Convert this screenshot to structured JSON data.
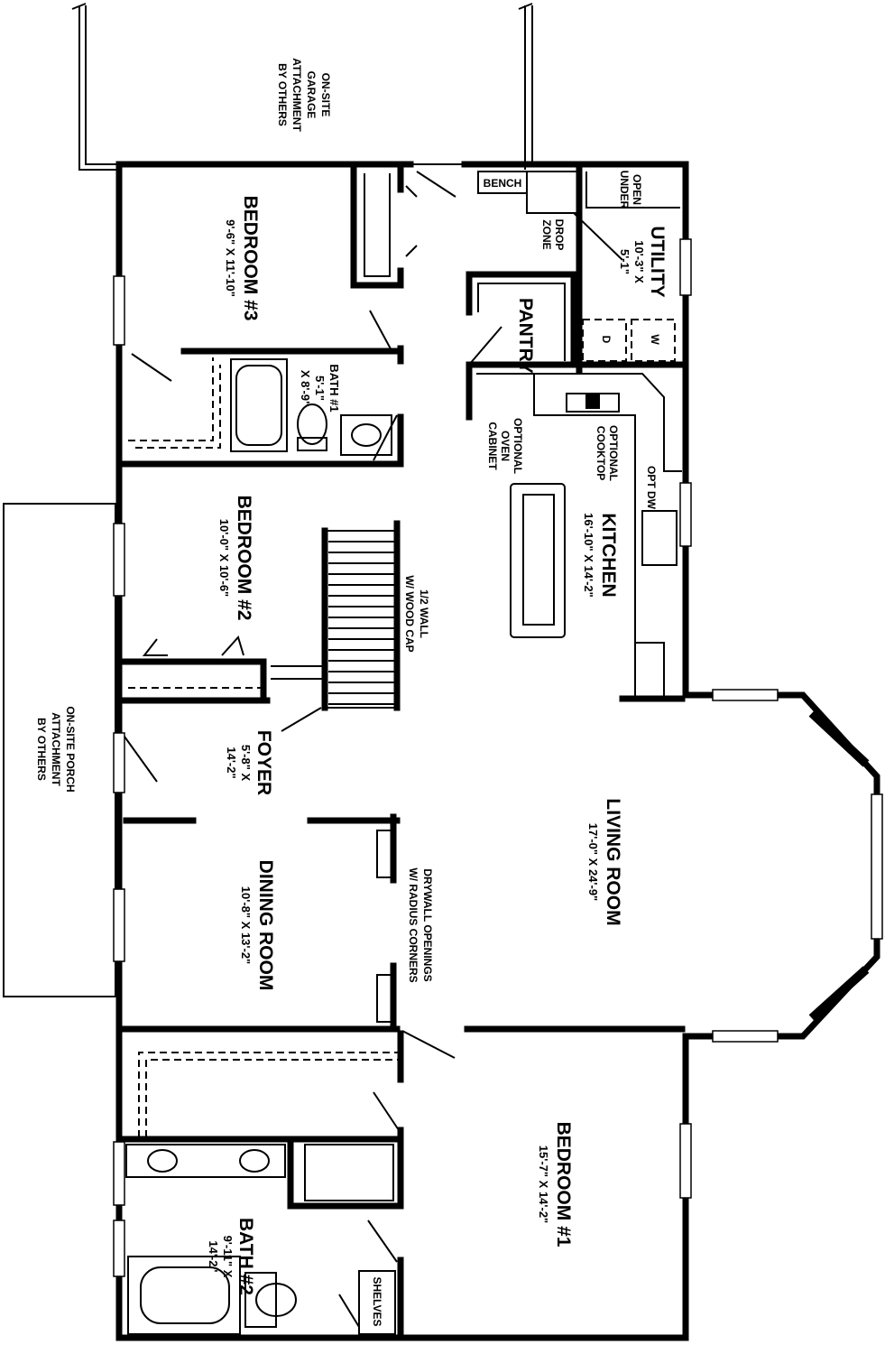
{
  "rooms": {
    "bedroom3": {
      "name": "BEDROOM #3",
      "dim": "9'-6\" X 11'-10\""
    },
    "bath1": {
      "name": "BATH #1",
      "dim1": "5'-1\"",
      "dim2": "X 8'-9\""
    },
    "bedroom2": {
      "name": "BEDROOM #2",
      "dim": "10'-0\" X 10'-6\""
    },
    "foyer": {
      "name": "FOYER",
      "dim1": "5'-8\" X",
      "dim2": "14'-2\""
    },
    "dining": {
      "name": "DINING ROOM",
      "dim": "10'-8\" X 13'-2\""
    },
    "bath2": {
      "name": "BATH #2",
      "dim1": "9'-11\" X",
      "dim2": "14'-2\""
    },
    "bedroom1": {
      "name": "BEDROOM #1",
      "dim": "15'-7\" X 14'-2\""
    },
    "living": {
      "name": "LIVING ROOM",
      "dim": "17'-0\" X 24'-9\""
    },
    "kitchen": {
      "name": "KITCHEN",
      "dim": "16'-10\" X 14'-2\""
    },
    "utility": {
      "name": "UTILITY",
      "dim1": "10'-3\" X",
      "dim2": "5'-1\""
    },
    "pantry": {
      "name": "PANTRY"
    }
  },
  "notes": {
    "garage": [
      "ON-SITE",
      "GARAGE",
      "ATTACHMENT",
      "BY OTHERS"
    ],
    "porch": [
      "ON-SITE PORCH",
      "ATTACHMENT",
      "BY OTHERS"
    ],
    "bench": "BENCH",
    "drop_zone": [
      "DROP",
      "ZONE"
    ],
    "open_under": [
      "OPEN",
      "UNDER"
    ],
    "washer": "W",
    "dryer": "D",
    "opt_cooktop": [
      "OPTIONAL",
      "COOKTOP"
    ],
    "opt_oven": [
      "OPTIONAL",
      "OVEN",
      "CABINET"
    ],
    "opt_dw": "OPT DW",
    "half_wall": [
      "1/2 WALL",
      "W/ WOOD CAP"
    ],
    "drywall": [
      "DRYWALL OPENINGS",
      "W/ RADIUS CORNERS"
    ],
    "shelves": "SHELVES"
  }
}
